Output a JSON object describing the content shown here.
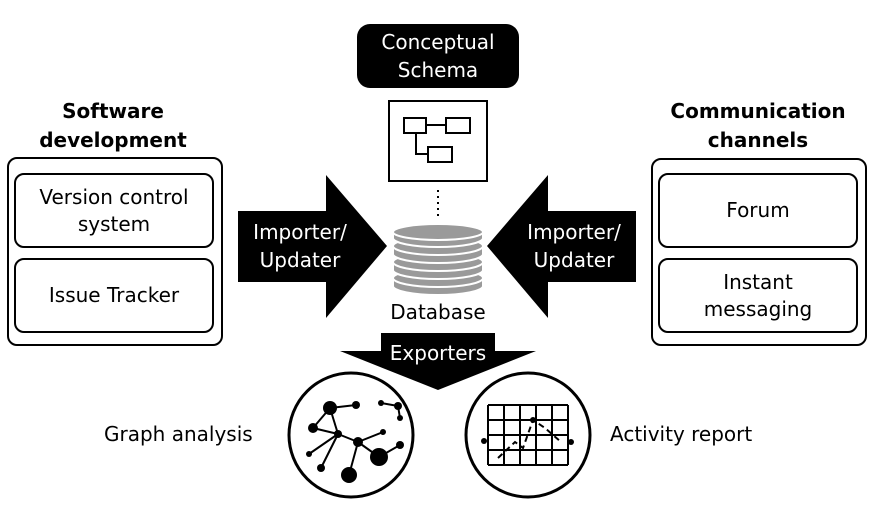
{
  "schema": {
    "label_line1": "Conceptual",
    "label_line2": "Schema"
  },
  "left_group": {
    "title_line1": "Software",
    "title_line2": "development",
    "items": [
      {
        "line1": "Version control",
        "line2": "system"
      },
      {
        "line1": "Issue Tracker",
        "line2": ""
      }
    ]
  },
  "right_group": {
    "title_line1": "Communication",
    "title_line2": "channels",
    "items": [
      {
        "line1": "Forum",
        "line2": ""
      },
      {
        "line1": "Instant",
        "line2": "messaging"
      }
    ]
  },
  "left_arrow": {
    "line1": "Importer/",
    "line2": "Updater"
  },
  "right_arrow": {
    "line1": "Importer/",
    "line2": "Updater"
  },
  "database": {
    "label": "Database"
  },
  "exporters": {
    "label": "Exporters"
  },
  "outputs": {
    "graph": {
      "label": "Graph analysis",
      "icon": "graph-network-icon"
    },
    "activity": {
      "label": "Activity report",
      "icon": "activity-chart-icon"
    }
  }
}
